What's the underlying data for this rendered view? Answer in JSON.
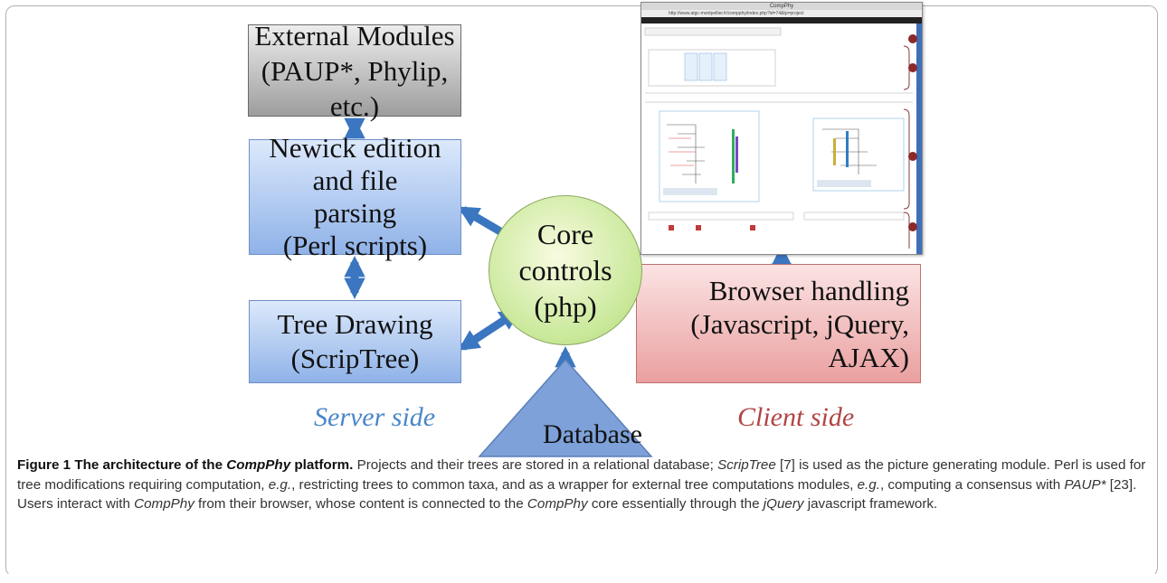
{
  "diagram": {
    "external_modules": {
      "line1": "External Modules",
      "line2": "(PAUP*, Phylip, etc.)"
    },
    "newick": {
      "line1": "Newick edition and file",
      "line2": "parsing",
      "line3": "(Perl scripts)"
    },
    "tree_drawing": {
      "line1": "Tree Drawing",
      "line2": "(ScripTree)"
    },
    "core": {
      "line1": "Core",
      "line2": "controls",
      "line3": "(php)"
    },
    "browser": {
      "line1": "Browser handling",
      "line2": "(Javascript, jQuery,",
      "line3": "AJAX)"
    },
    "database": "Database",
    "server_side": "Server side",
    "client_side": "Client side",
    "screenshot": {
      "window_title": "CompPhy",
      "url": "http://www.atgc-montpellier.fr/compphy/index.php?id=74&tp=project"
    },
    "colors": {
      "arrow": "#3b76c0",
      "server_text": "#4a86c9",
      "client_text": "#b24444"
    }
  },
  "caption": {
    "label": "Figure 1",
    "title_pre": "The architecture of the ",
    "title_em": "CompPhy",
    "title_post": " platform.",
    "s1": " Projects and their trees are stored in a relational database; ",
    "s1_em": "ScripTree",
    "s2": " [7] is used as the picture generating module. Perl is used for tree modifications requiring computation, ",
    "eg1": "e.g.",
    "s3": ", restricting trees to common taxa, and as a wrapper for external tree computations modules, ",
    "eg2": "e.g.",
    "s4": ", computing a consensus with ",
    "paup": "PAUP*",
    "s5": " [23]. Users interact with ",
    "compphy1": "CompPhy",
    "s6": " from their browser, whose content is connected to the ",
    "compphy2": "CompPhy",
    "s7": " core essentially through the ",
    "jquery": "jQuery",
    "s8": " javascript framework."
  }
}
